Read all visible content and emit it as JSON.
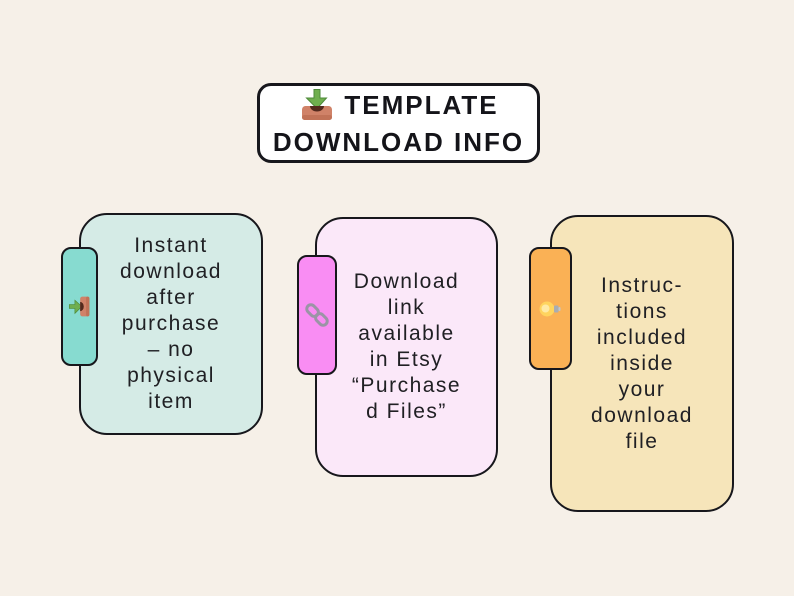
{
  "page": {
    "background_color": "#f6f0e8",
    "border_color": "#17171c"
  },
  "title": {
    "icon": "inbox-download-icon",
    "line1": "TEMPLATE",
    "line2": "DOWNLOAD INFO",
    "box_color": "#ffffff",
    "text_color": "#141419"
  },
  "cards": [
    {
      "name": "instant-download",
      "icon": "download-tray-icon",
      "text": "Instant\ndownload\nafter\npurchase\n– no\nphysical\nitem",
      "card_color": "#d5ebe6",
      "tab_color": "#87dbd0"
    },
    {
      "name": "download-link",
      "icon": "link-icon",
      "text": "Download\nlink\navailable\nin Etsy\n“Purchase\nd Files”",
      "card_color": "#fbe8f9",
      "tab_color": "#f98df3"
    },
    {
      "name": "instructions",
      "icon": "lightbulb-icon",
      "text": "Instruc-\ntions\nincluded\ninside\nyour\ndownload\nfile",
      "card_color": "#f6e5ba",
      "tab_color": "#fab155"
    }
  ]
}
